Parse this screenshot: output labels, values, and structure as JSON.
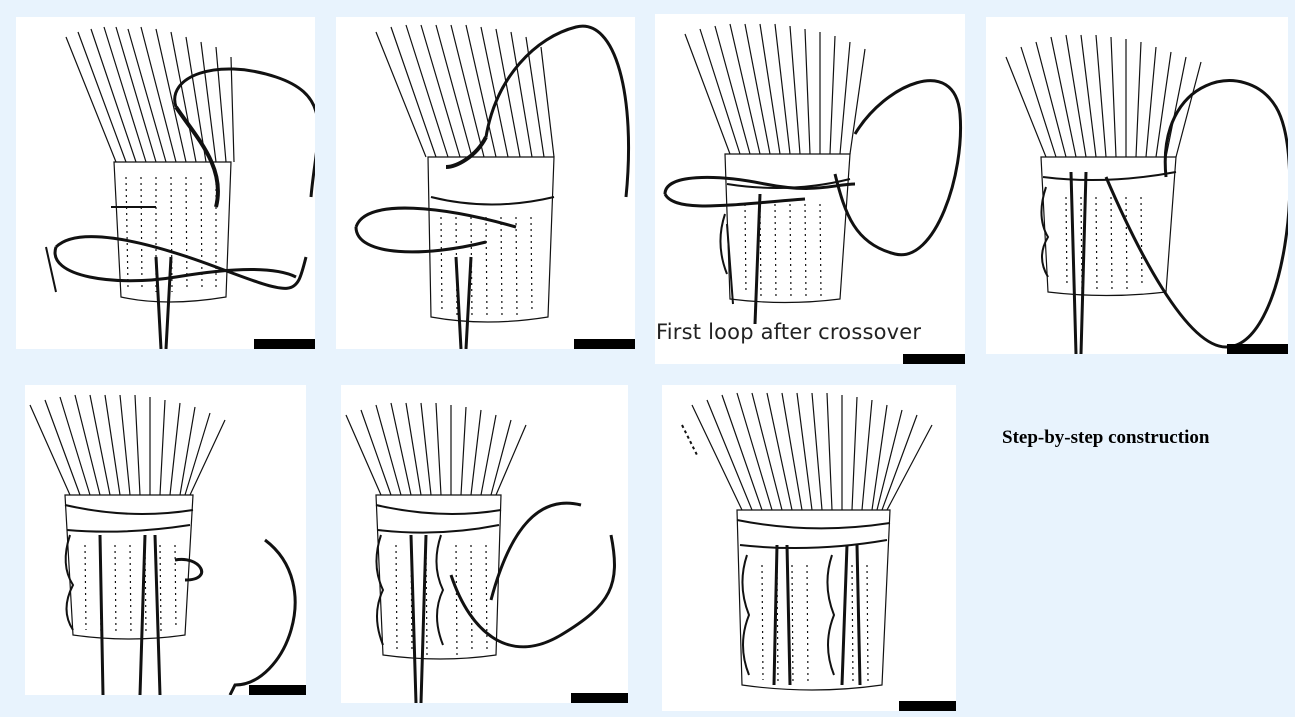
{
  "caption": "Step-by-step construction",
  "panel_labels": {
    "p3_line1": "First loop after crossover",
    "p3_line2": "... ... ... ..."
  },
  "panels": [
    {
      "name": "step-1"
    },
    {
      "name": "step-2"
    },
    {
      "name": "step-3"
    },
    {
      "name": "step-4"
    },
    {
      "name": "step-5"
    },
    {
      "name": "step-6"
    },
    {
      "name": "step-7"
    }
  ],
  "colors": {
    "page_background": "#e8f3fd",
    "panel_background": "#ffffff",
    "ink": "#000000"
  }
}
